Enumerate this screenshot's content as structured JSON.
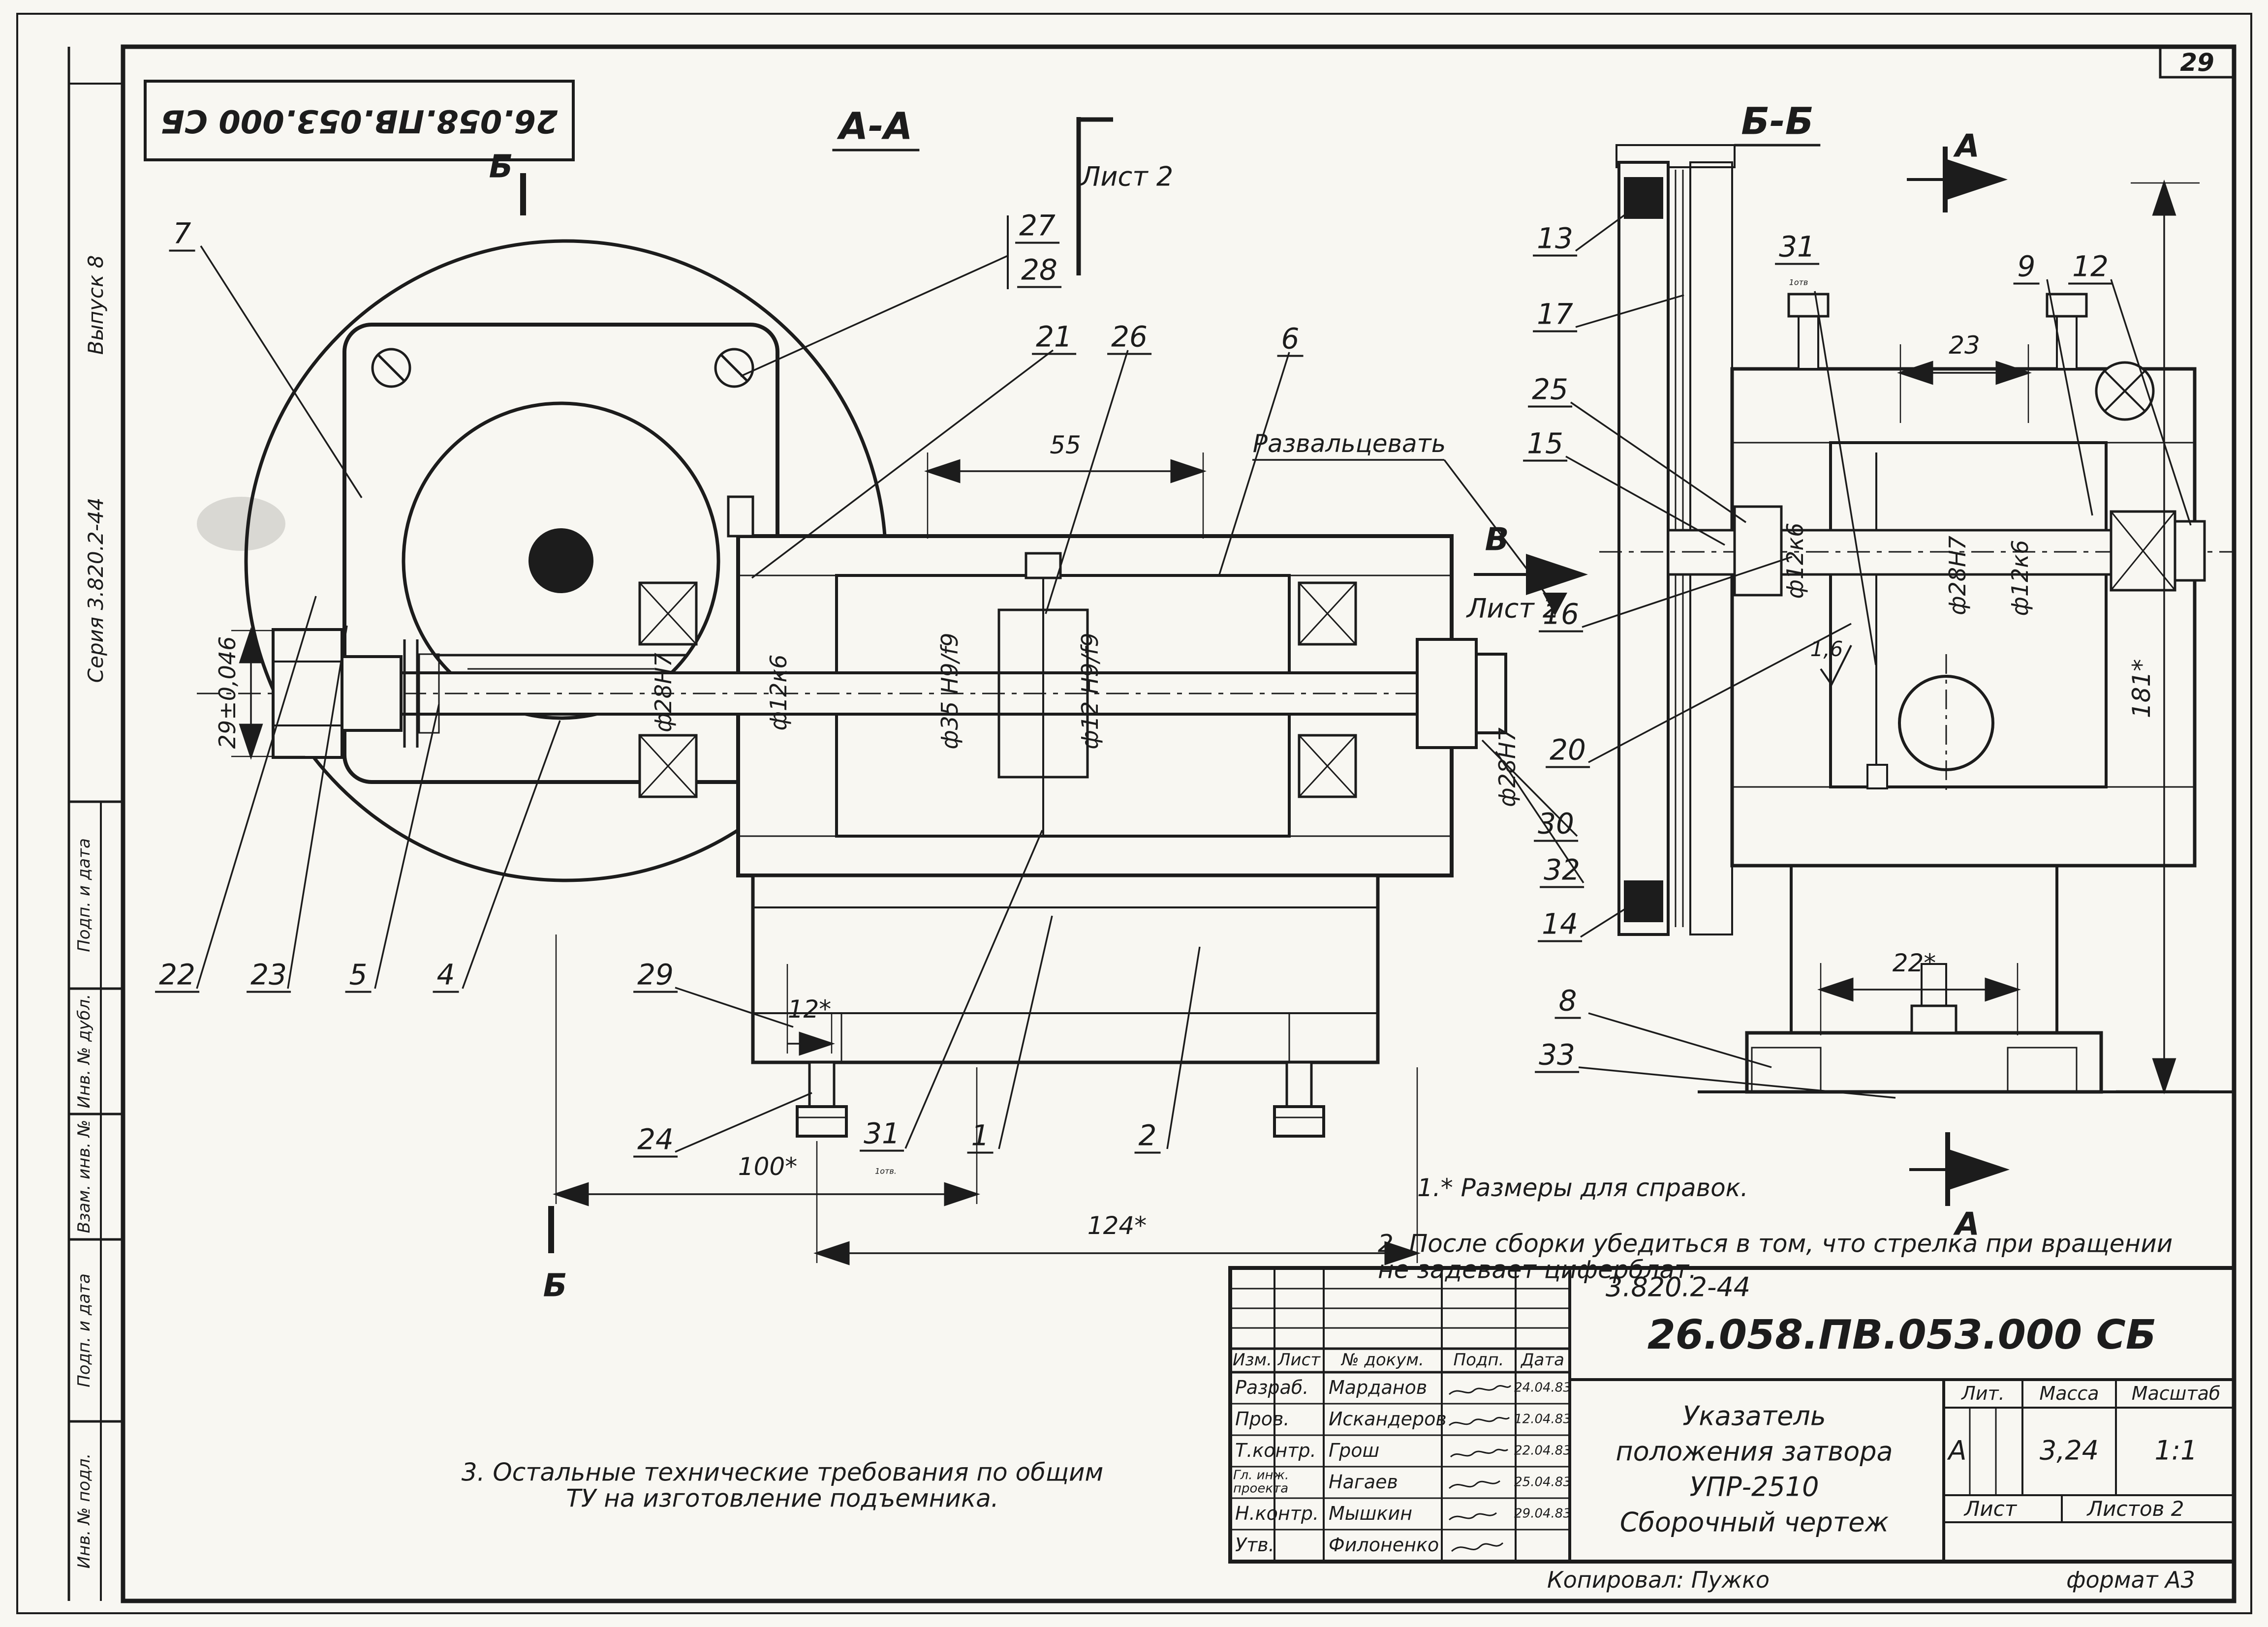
{
  "page_number": "29",
  "corner_stamp": "26.058.ПВ.053.000 СБ",
  "sidebar": {
    "issue": "Выпуск 8",
    "series": "Серия 3.820.2-44",
    "boxes": [
      "Подп. и дата",
      "Инв. № дубл.",
      "Взам. инв. №",
      "Подп. и дата",
      "Инв. № подл."
    ]
  },
  "sections": {
    "aa": "А-А",
    "bb": "Б-Б",
    "a_marker": "А",
    "b_marker": "Б",
    "v_marker": "В",
    "g_sheet": "Лист 2",
    "v_sheet": "Лист 2"
  },
  "labels": {
    "flare": "Развальцевать",
    "one_hole": "1отв.",
    "one_hole_b": "1отв"
  },
  "callouts": {
    "n7": "7",
    "n27": "27",
    "n28": "28",
    "n21": "21",
    "n26": "26",
    "n6": "6",
    "n22": "22",
    "n23": "23",
    "n5": "5",
    "n4": "4",
    "n29": "29",
    "n24": "24",
    "n31": "31",
    "n1": "1",
    "n2": "2",
    "n16": "16",
    "n20": "20",
    "n30": "30",
    "n32": "32",
    "n14": "14",
    "n8": "8",
    "n33": "33",
    "n13": "13",
    "n17": "17",
    "n25": "25",
    "n15": "15",
    "n31b": "31",
    "n9": "9",
    "n12": "12"
  },
  "dims": {
    "d55": "55",
    "d29": "29±0,046",
    "d100": "100*",
    "d124": "124*",
    "d12": "12*",
    "d22": "22*",
    "d181": "181*",
    "d23": "23",
    "d28h7": "ф28Н7",
    "d12k6": "ф12к6",
    "d35": "ф35 Н9/f9",
    "d12f9": "ф12 Н9/f9",
    "d28h7_r": "ф28Н7",
    "d28h7_b": "ф28Н7",
    "d12k6_b": "ф12к6",
    "d12k6_c": "ф12к6",
    "rough": "1,6"
  },
  "notes": [
    "1.* Размеры для справок.",
    "2. После сборки убедиться в том, что стрелка при вращении не задевает циферблат.",
    "3. Остальные технические требования по общим ТУ на изготовление подъемника."
  ],
  "title_block": {
    "code_top": "3.820.2-44",
    "code_main": "26.058.ПВ.053.000 СБ",
    "cols": [
      "Изм.",
      "Лист",
      "№ докум.",
      "Подп.",
      "Дата"
    ],
    "rows": [
      {
        "role": "Разраб.",
        "name": "Марданов",
        "date": "24.04.83"
      },
      {
        "role": "Пров.",
        "name": "Искандеров",
        "date": "12.04.83"
      },
      {
        "role": "Т.контр.",
        "name": "Грош",
        "date": "22.04.83"
      },
      {
        "role": "Гл. инж. проекта",
        "name": "Нагаев",
        "date": "25.04.83"
      },
      {
        "role": "Н.контр.",
        "name": "Мышкин",
        "date": "29.04.83"
      },
      {
        "role": "Утв.",
        "name": "Филоненко",
        "date": ""
      }
    ],
    "title_lines": [
      "Указатель",
      "положения затвора",
      "УПР-2510",
      "Сборочный чертеж"
    ],
    "lit_label": "Лит.",
    "lit_value": "А",
    "mass_label": "Масса",
    "mass_value": "3,24",
    "scale_label": "Масштаб",
    "scale_value": "1:1",
    "sheet_label": "Лист",
    "sheets_label": "Листов 2",
    "copied_by": "Копировал:  Пужко",
    "format": "формат А3"
  }
}
